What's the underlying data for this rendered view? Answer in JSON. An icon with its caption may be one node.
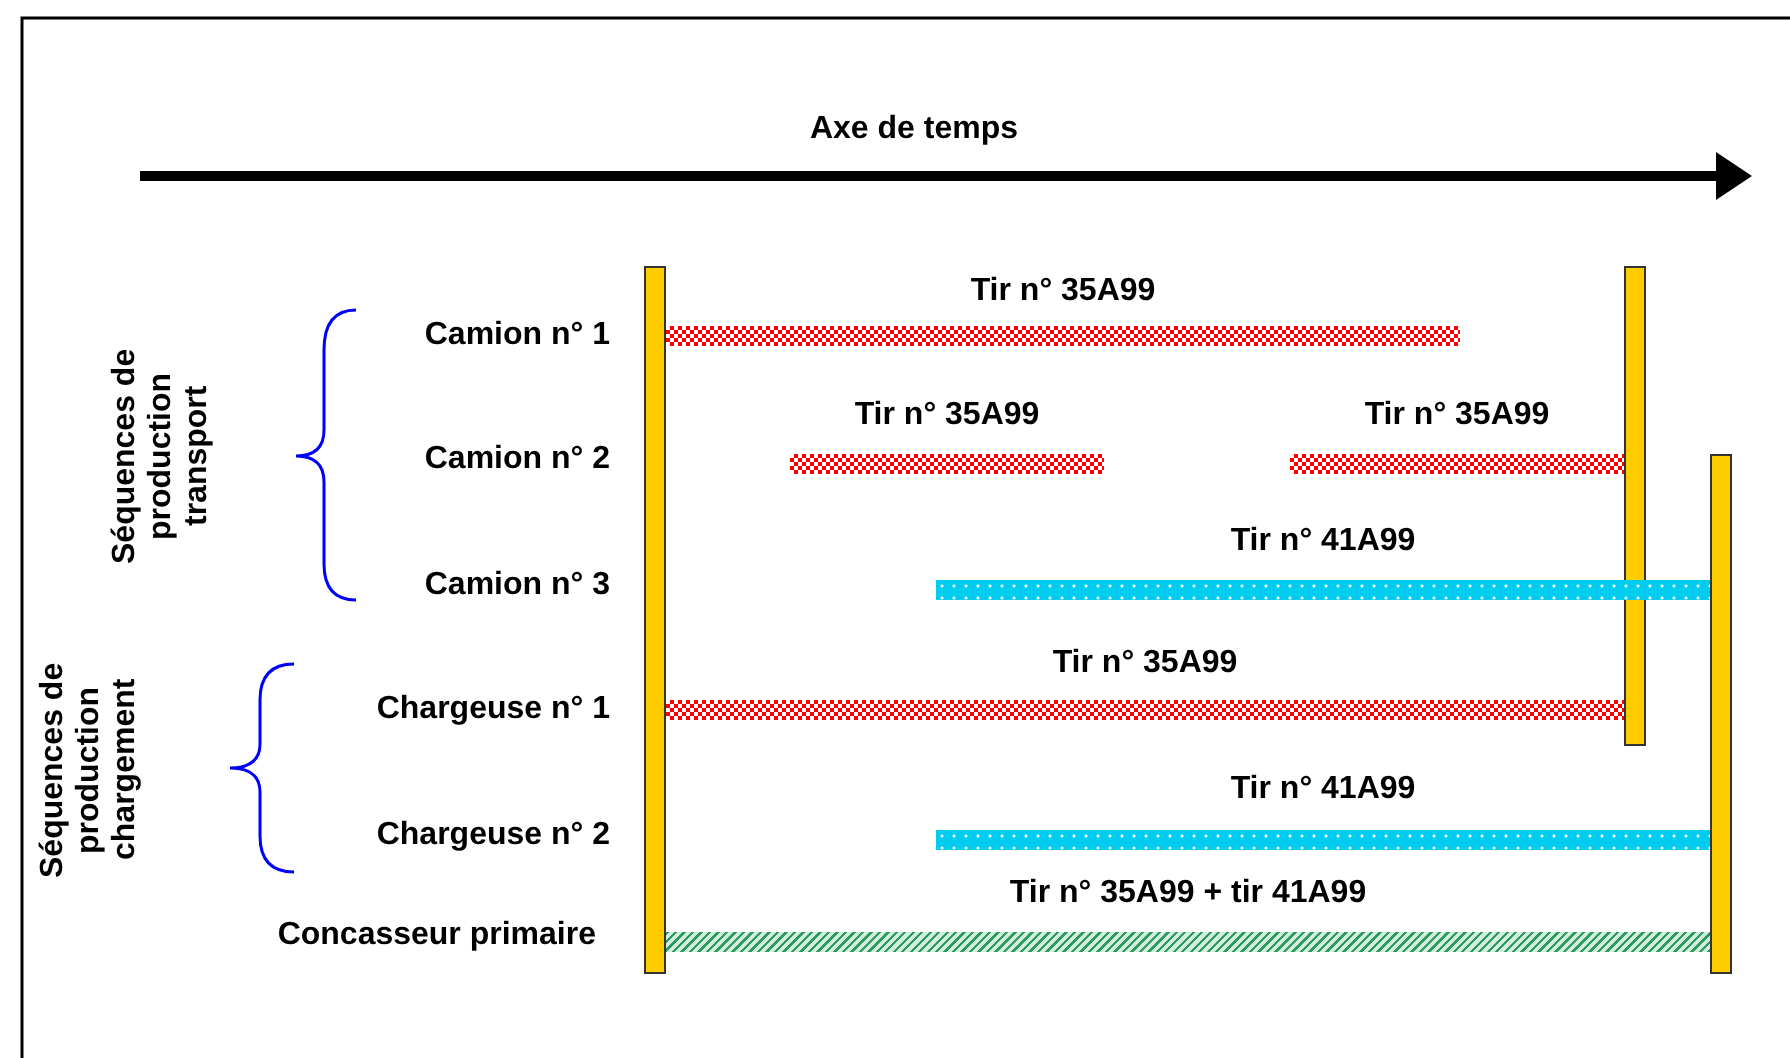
{
  "diagram": {
    "nodes": [
      {
        "text": [],
        "shape": "bar"
      },
      {
        "text": [],
        "shape": "bar"
      },
      {
        "text": [],
        "shape": "bar"
      },
      {
        "text": [
          "Tir n° 35A99"
        ]
      },
      {
        "text": [
          "Tir n° 35A99"
        ]
      },
      {
        "text": [
          "Tir n° 35A99"
        ]
      },
      {
        "text": [
          "Tir n° 41A99"
        ]
      },
      {
        "text": [
          "Tir n° 35A99"
        ]
      },
      {
        "text": [
          "Tir n° 41A99"
        ]
      },
      {
        "text": [
          "Tir n° 35A99 + tir 41A99"
        ]
      }
    ],
    "edges": [],
    "labels": [
      "Axe de temps",
      "Séquences de production transport",
      "Camion n° 1",
      "Camion n° 2",
      "Camion n° 3",
      "Séquences de production chargement",
      "Chargeuse n° 1",
      "Chargeuse n° 2",
      "Concasseur primaire"
    ]
  }
}
